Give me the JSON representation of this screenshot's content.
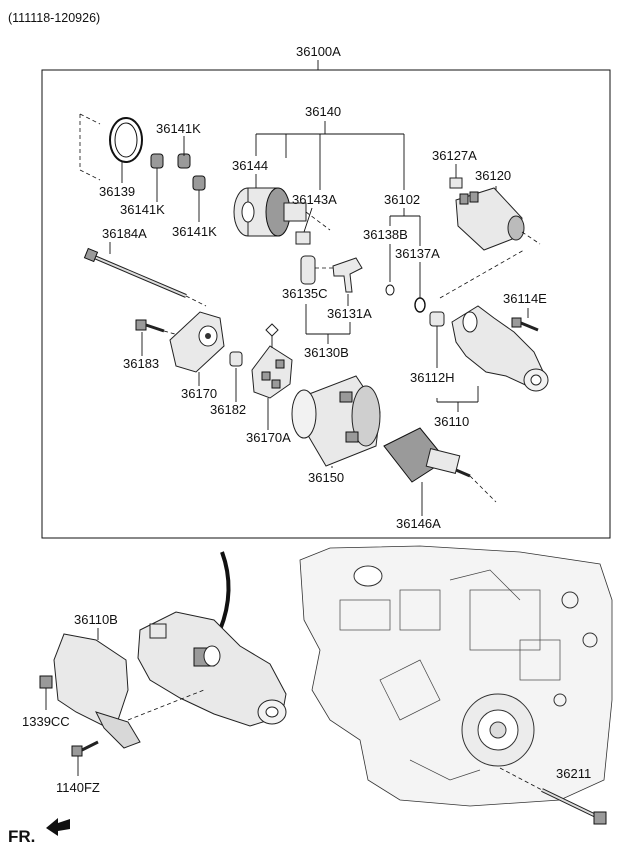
{
  "header": {
    "code_range": "(111118-120926)"
  },
  "footer": {
    "direction_label": "FR."
  },
  "labels": {
    "p36100A": "36100A",
    "p36140": "36140",
    "p36141K_a": "36141K",
    "p36141K_b": "36141K",
    "p36141K_c": "36141K",
    "p36139": "36139",
    "p36144": "36144",
    "p36143A": "36143A",
    "p36102": "36102",
    "p36127A": "36127A",
    "p36120": "36120",
    "p36184A": "36184A",
    "p36138B": "36138B",
    "p36137A": "36137A",
    "p36135C": "36135C",
    "p36131A": "36131A",
    "p36114E": "36114E",
    "p36183": "36183",
    "p36130B": "36130B",
    "p36170": "36170",
    "p36112H": "36112H",
    "p36182": "36182",
    "p36170A": "36170A",
    "p36110": "36110",
    "p36150": "36150",
    "p36146A": "36146A",
    "p36110B": "36110B",
    "p1339CC": "1339CC",
    "p1140FZ": "1140FZ",
    "p36211": "36211"
  }
}
